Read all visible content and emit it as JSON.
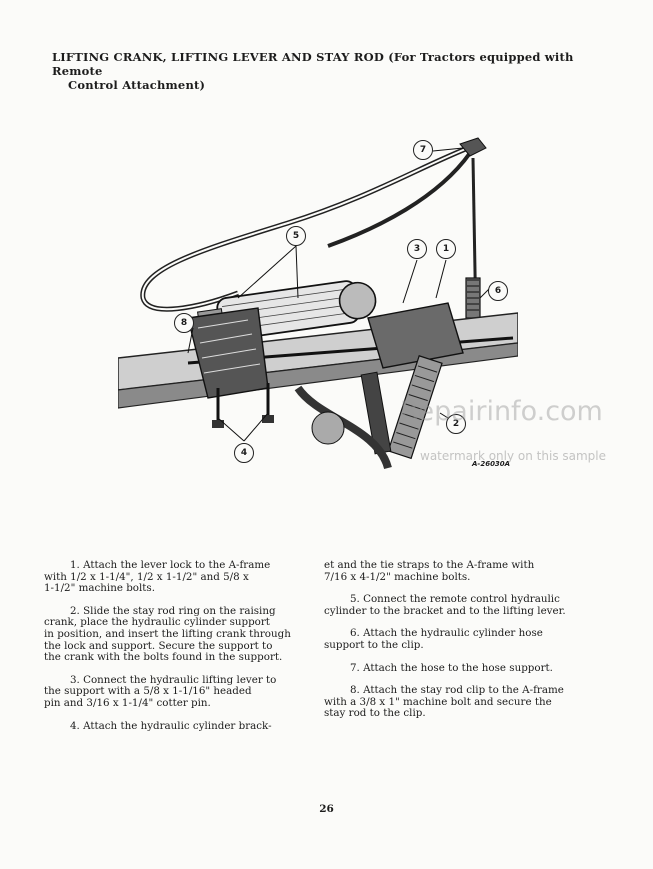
{
  "heading": {
    "line1": "LIFTING CRANK, LIFTING LEVER AND STAY ROD (For Tractors equipped with Remote",
    "line2": "Control Attachment)"
  },
  "figure": {
    "callouts": [
      "7",
      "5",
      "3",
      "1",
      "6",
      "8",
      "4",
      "2"
    ],
    "code": "A-26030A"
  },
  "watermark": {
    "logo": "Repairinfo.com",
    "note": "watermark only on this sample"
  },
  "instructions": {
    "left": [
      "1.  Attach the lever lock to the A-frame\nwith 1/2 x 1-1/4\", 1/2 x 1-1/2\" and 5/8  x\n1-1/2\" machine bolts.",
      "2.  Slide the stay rod ring on the raising\ncrank, place the hydraulic cylinder support\nin position, and insert the lifting crank through\nthe lock and support.  Secure the support to\nthe crank with the bolts found in the support.",
      "3.  Connect the hydraulic lifting lever to\nthe support with a 5/8 x 1-1/16\" headed\npin and 3/16 x 1-1/4\" cotter pin.",
      "4.  Attach the hydraulic cylinder brack-"
    ],
    "right_continuation": "et and the tie straps to the A-frame with\n7/16 x 4-1/2\" machine bolts.",
    "right": [
      "5.  Connect the remote control hydraulic\ncylinder to the bracket and to the lifting lever.",
      "6.  Attach the hydraulic cylinder hose\nsupport to the clip.",
      "7.  Attach the hose to the hose support.",
      "8.  Attach the stay rod clip to the A-frame\nwith a 3/8 x 1\" machine bolt and secure the\nstay rod to the clip."
    ]
  },
  "page_number": "26"
}
